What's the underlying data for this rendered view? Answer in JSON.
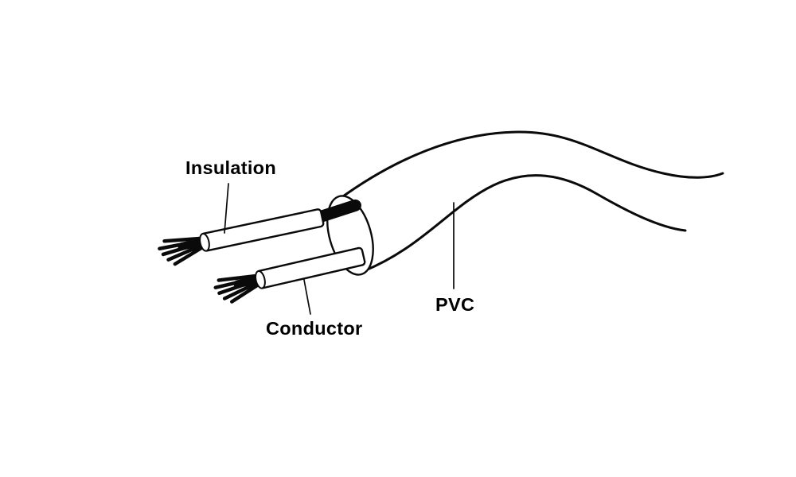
{
  "diagram": {
    "background_color": "#ffffff",
    "line_color": "#0a0a0a",
    "labels": [
      {
        "id": "insulation",
        "text": "Insulation"
      },
      {
        "id": "conductor",
        "text": "Conductor"
      },
      {
        "id": "pvc",
        "text": "PVC"
      }
    ]
  }
}
